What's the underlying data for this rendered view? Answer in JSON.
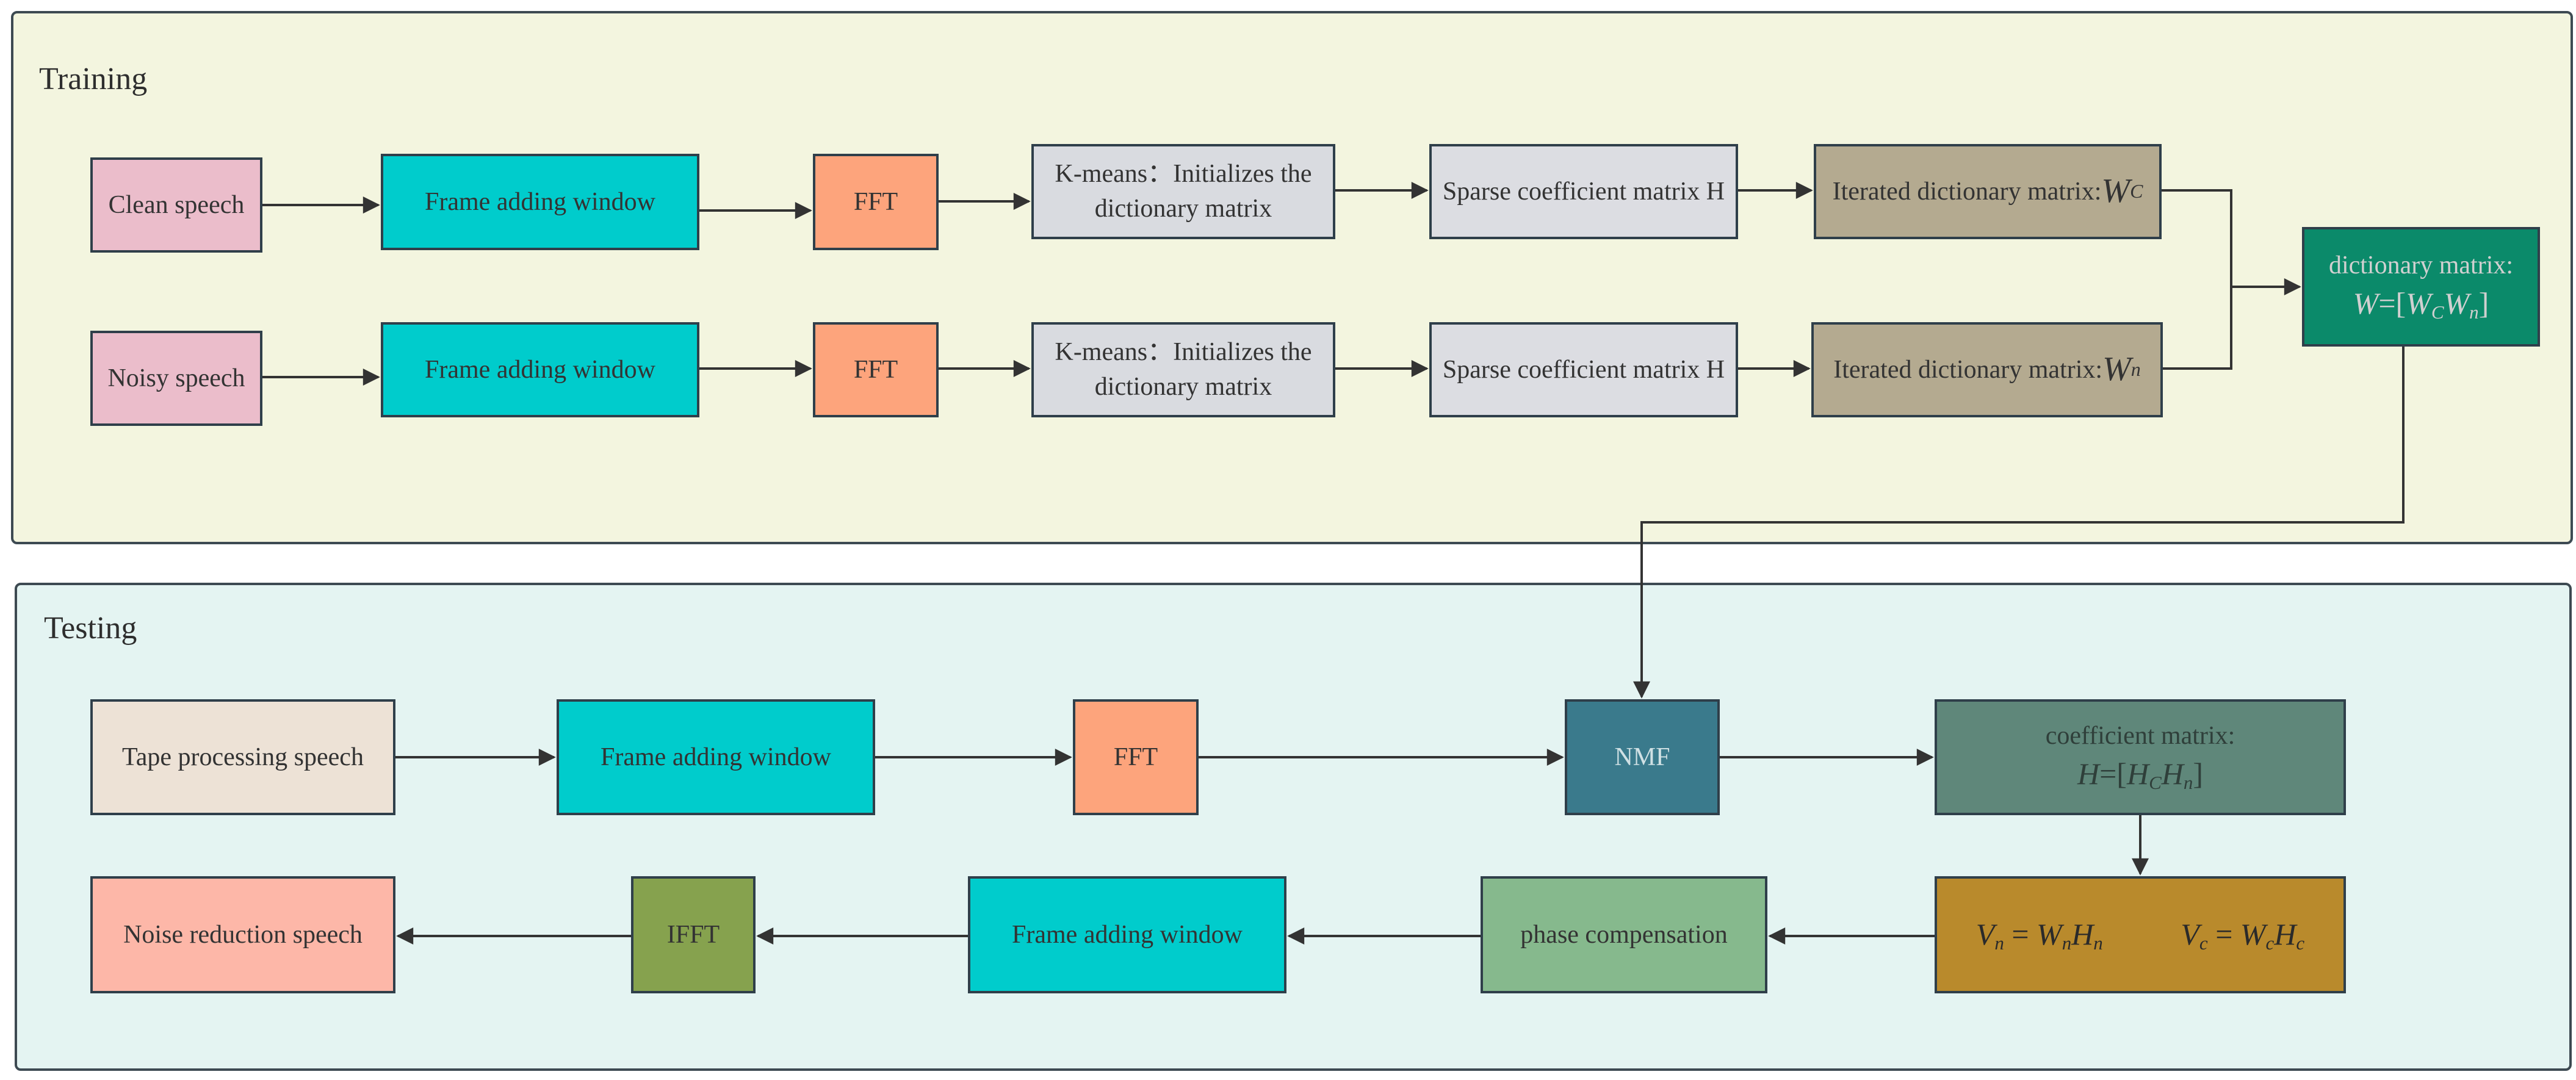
{
  "colors": {
    "training_bg": "#f3f5df",
    "testing_bg": "#e4f4f2",
    "speech_pink": "#ebbdcb",
    "frame_cyan": "#00cccc",
    "fft_orange": "#fda47c",
    "kmeans_gray": "#d9dbe0",
    "sparse_gray": "#dcdde2",
    "iter_tan": "#b4aa90",
    "dict_green": "#0b8a6a",
    "tape_beige": "#ede2d6",
    "nmf_teal": "#3a7a8c",
    "coef_green": "#5f877a",
    "v_gold": "#b98a2c",
    "phase_green": "#86b98d",
    "ifft_olive": "#86a24e",
    "noise_red_salmon": "#fdb7a8",
    "arrow": "#333333"
  },
  "training": {
    "title": "Training",
    "clean_speech": "Clean speech",
    "noisy_speech": "Noisy speech",
    "frame_window_1": "Frame adding window",
    "frame_window_2": "Frame adding window",
    "fft_1": "FFT",
    "fft_2": "FFT",
    "kmeans_1_line1": "K-means：Initializes the",
    "kmeans_1_line2": "dictionary matrix",
    "kmeans_2_line1": "K-means：Initializes the",
    "kmeans_2_line2": "dictionary matrix",
    "sparse_1": "Sparse coefficient matrix H",
    "sparse_2": "Sparse coefficient matrix H",
    "iter_1_prefix": "Iterated dictionary matrix:",
    "iter_1_var": "W",
    "iter_1_sub": "C",
    "iter_2_prefix": "Iterated dictionary matrix:",
    "iter_2_var": "W",
    "iter_2_sub": "n",
    "dict_label": "dictionary matrix:",
    "dict_formula": {
      "lhs": "W",
      "eq": "=[",
      "v1": "W",
      "s1": "C",
      "v2": "W",
      "s2": "n",
      "close": "]"
    }
  },
  "testing": {
    "title": "Testing",
    "tape_speech": "Tape processing speech",
    "frame_window_1": "Frame adding window",
    "fft": "FFT",
    "nmf": "NMF",
    "coef_label": "coefficient matrix:",
    "coef_formula": {
      "lhs": "H",
      "eq": "=[",
      "v1": "H",
      "s1": "C",
      "v2": "H",
      "s2": "n",
      "close": "]"
    },
    "v_formula_1": {
      "lhs": "V",
      "ls": "n",
      "eq": " = ",
      "a": "W",
      "as": "n",
      "b": "H",
      "bs": "n"
    },
    "v_formula_2": {
      "lhs": "V",
      "ls": "c",
      "eq": " = ",
      "a": "W",
      "as": "c",
      "b": "H",
      "bs": "c"
    },
    "phase": "phase compensation",
    "frame_window_2": "Frame adding window",
    "ifft": "IFFT",
    "noise_reduction": "Noise reduction speech"
  }
}
